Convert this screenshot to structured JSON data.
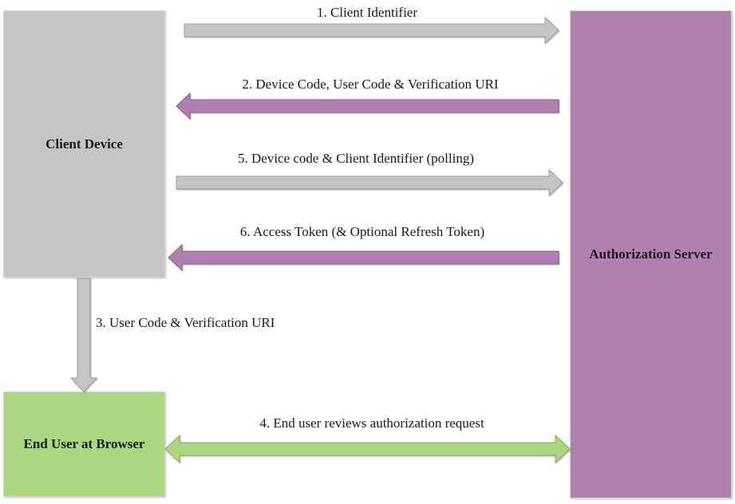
{
  "nodes": {
    "client_device": "Client Device",
    "authorization_server": "Authorization Server",
    "end_user": "End User at Browser"
  },
  "steps": [
    {
      "label": "1. Client Identifier",
      "from": "client_device",
      "to": "authorization_server"
    },
    {
      "label": "2. Device Code, User Code & Verification URI",
      "from": "authorization_server",
      "to": "client_device"
    },
    {
      "label": "3. User Code & Verification URI",
      "from": "client_device",
      "to": "end_user"
    },
    {
      "label": "4. End user reviews authorization request",
      "from": "end_user",
      "to": "authorization_server",
      "bidirectional": true
    },
    {
      "label": "5. Device code & Client Identifier (polling)",
      "from": "client_device",
      "to": "authorization_server"
    },
    {
      "label": "6. Access Token (& Optional Refresh Token)",
      "from": "authorization_server",
      "to": "client_device"
    }
  ],
  "colors": {
    "client_device": "#c5c5c5",
    "authorization_server": "#af80b0",
    "end_user": "#aad77f",
    "arrow_gray": "#c5c5c5",
    "arrow_purple": "#af80b0",
    "arrow_green": "#aad77f"
  }
}
